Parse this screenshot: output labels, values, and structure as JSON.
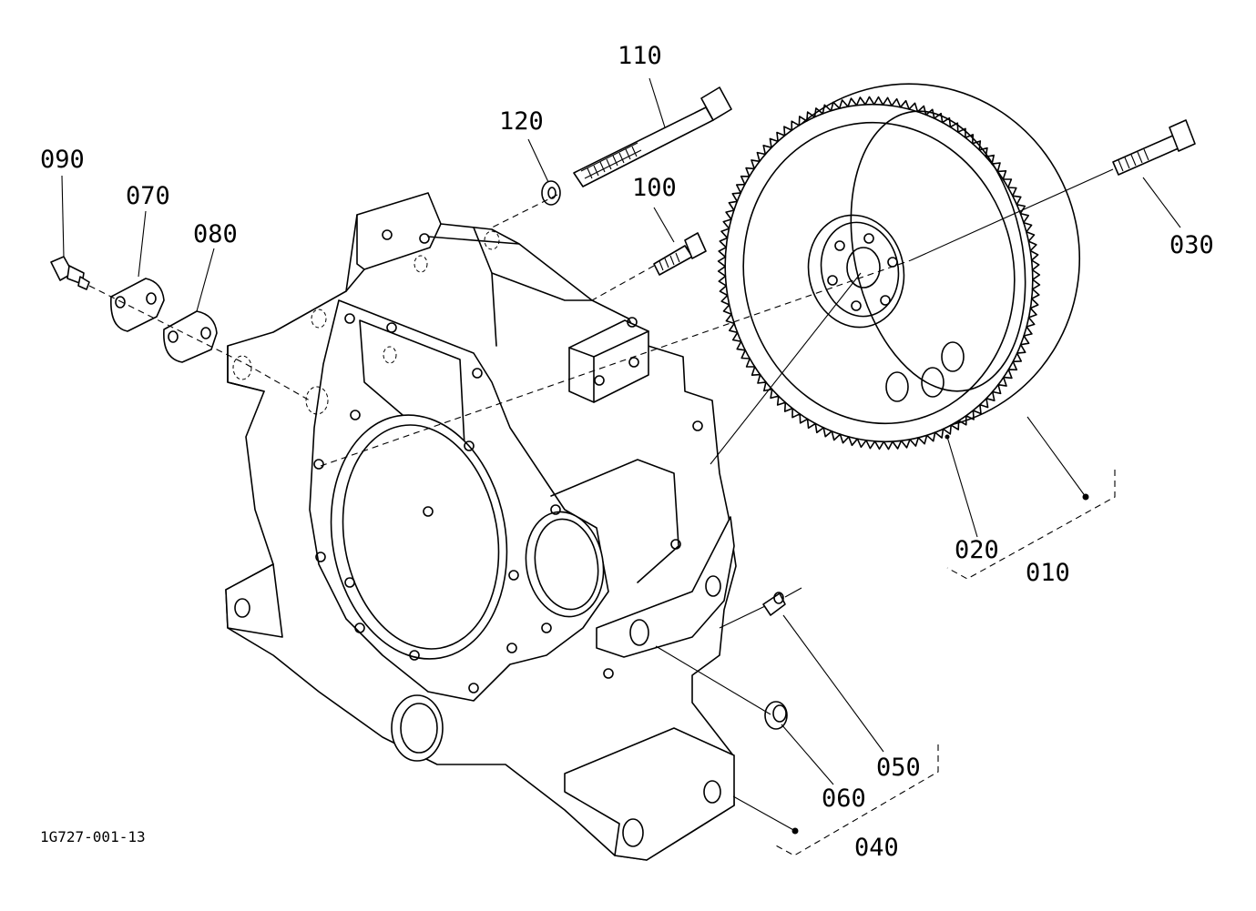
{
  "drawing_code": "1G727-001-13",
  "callouts": {
    "c010": "010",
    "c020": "020",
    "c030": "030",
    "c040": "040",
    "c050": "050",
    "c060": "060",
    "c070": "070",
    "c080": "080",
    "c090": "090",
    "c100": "100",
    "c110": "110",
    "c120": "120"
  },
  "colors": {
    "line": "#000000",
    "background": "#ffffff"
  }
}
